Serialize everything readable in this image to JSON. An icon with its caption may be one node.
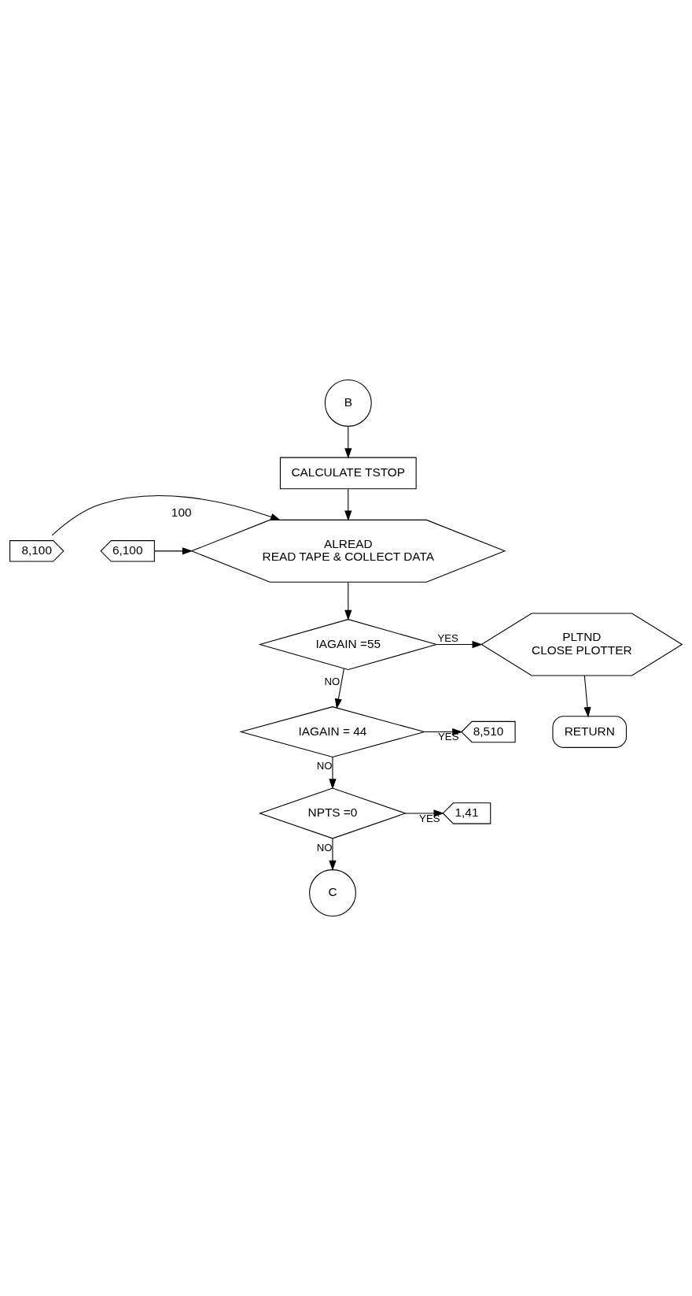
{
  "diagram": {
    "nodes": [
      {
        "text": [
          "B"
        ]
      },
      {
        "text": [
          "CALCULATE TSTOP"
        ]
      },
      {
        "text": [
          "ALREAD",
          "READ TAPE & COLLECT DATA"
        ],
        "beside": [
          "100"
        ]
      },
      {
        "text": [
          "8,100"
        ]
      },
      {
        "text": [
          "6,100"
        ]
      },
      {
        "text": [
          "IAGAIN =55"
        ]
      },
      {
        "text": [
          "PLTND",
          "CLOSE PLOTTER"
        ]
      },
      {
        "text": [
          "RETURN"
        ]
      },
      {
        "text": [
          "IAGAIN = 44"
        ]
      },
      {
        "text": [
          "8,510"
        ]
      },
      {
        "text": [
          "NPTS =0"
        ]
      },
      {
        "text": [
          "1,41"
        ]
      },
      {
        "text": [
          "C"
        ]
      }
    ],
    "edges": [
      {
        "from": 0,
        "to": 1,
        "arrow": "to"
      },
      {
        "from": 1,
        "to": 2,
        "arrow": "to"
      },
      {
        "from": 3,
        "to": 2,
        "arrow": "to"
      },
      {
        "from": 4,
        "to": 2,
        "arrow": "to"
      },
      {
        "from": 2,
        "to": 5,
        "arrow": "to"
      },
      {
        "from": 5,
        "to": 6,
        "arrow": "to",
        "label": "YES"
      },
      {
        "from": 6,
        "to": 7,
        "arrow": "to"
      },
      {
        "from": 5,
        "to": 8,
        "arrow": "to",
        "label": "NO"
      },
      {
        "from": 8,
        "to": 9,
        "arrow": "to",
        "label": "YES"
      },
      {
        "from": 8,
        "to": 10,
        "arrow": "to",
        "label": "NO"
      },
      {
        "from": 10,
        "to": 11,
        "arrow": "to",
        "label": "YES"
      },
      {
        "from": 10,
        "to": 12,
        "arrow": "to",
        "label": "NO"
      }
    ]
  }
}
